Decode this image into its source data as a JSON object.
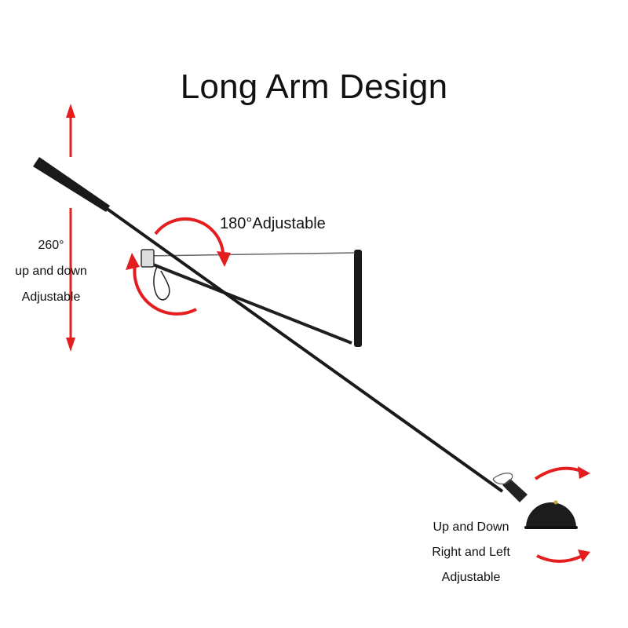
{
  "title": "Long Arm Design",
  "annotations": {
    "swivel": "180°Adjustable",
    "vertical": {
      "line1": "260°",
      "line2": "up and down",
      "line3": "Adjustable"
    },
    "head": {
      "line1": "Up and Down",
      "line2": "Right and Left",
      "line3": "Adjustable"
    }
  },
  "colors": {
    "arrow": "#e41e1e",
    "lamp": "#1a1a1a",
    "text": "#111111",
    "background": "#ffffff"
  },
  "product": {
    "subject": "black long-arm swing wall lamp",
    "parts": [
      "tapered handle",
      "long rod",
      "wall bracket",
      "support strut",
      "dome lamp head"
    ]
  }
}
